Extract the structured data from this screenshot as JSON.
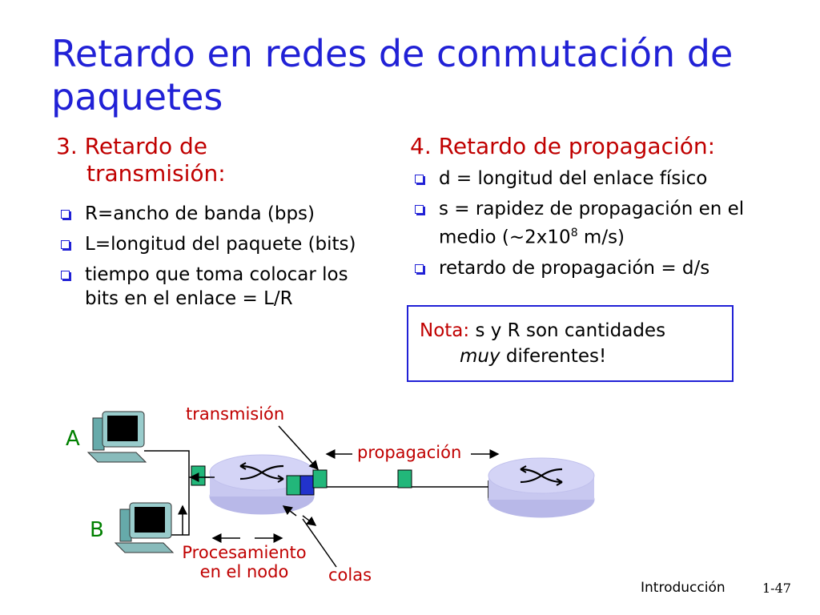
{
  "title": "Retardo en redes de conmutación de paquetes",
  "left": {
    "heading_line1": "3. Retardo de",
    "heading_line2": "transmisión:",
    "bullets": [
      "R=ancho de banda (bps)",
      "L=longitud del paquete (bits)",
      "tiempo que toma colocar los bits en el enlace = L/R"
    ]
  },
  "right": {
    "heading": "4. Retardo de propagación:",
    "bullet1": "d = longitud del enlace físico",
    "bullet2_text": "s = rapidez de propagación en el medio (~2x10",
    "bullet2_sup": "8",
    "bullet2_end": " m/s)",
    "bullet3": "retardo de propagación = d/s"
  },
  "note": {
    "label": "Nota:",
    "text1": " s y R son cantidades",
    "emph": "muy",
    "text2": " diferentes!"
  },
  "diagram": {
    "host_a": "A",
    "host_b": "B",
    "transmission": "transmisión",
    "propagation": "propagación",
    "processing_line1": "Procesamiento",
    "processing_line2": "en el nodo",
    "queues": "colas",
    "colors": {
      "packet": "#22b77a",
      "packet_blue": "#2233cc",
      "router": "#c8c8f0",
      "label": "#c00000",
      "host_label": "#008000"
    }
  },
  "footer": {
    "section": "Introducción",
    "page": "1-47"
  }
}
